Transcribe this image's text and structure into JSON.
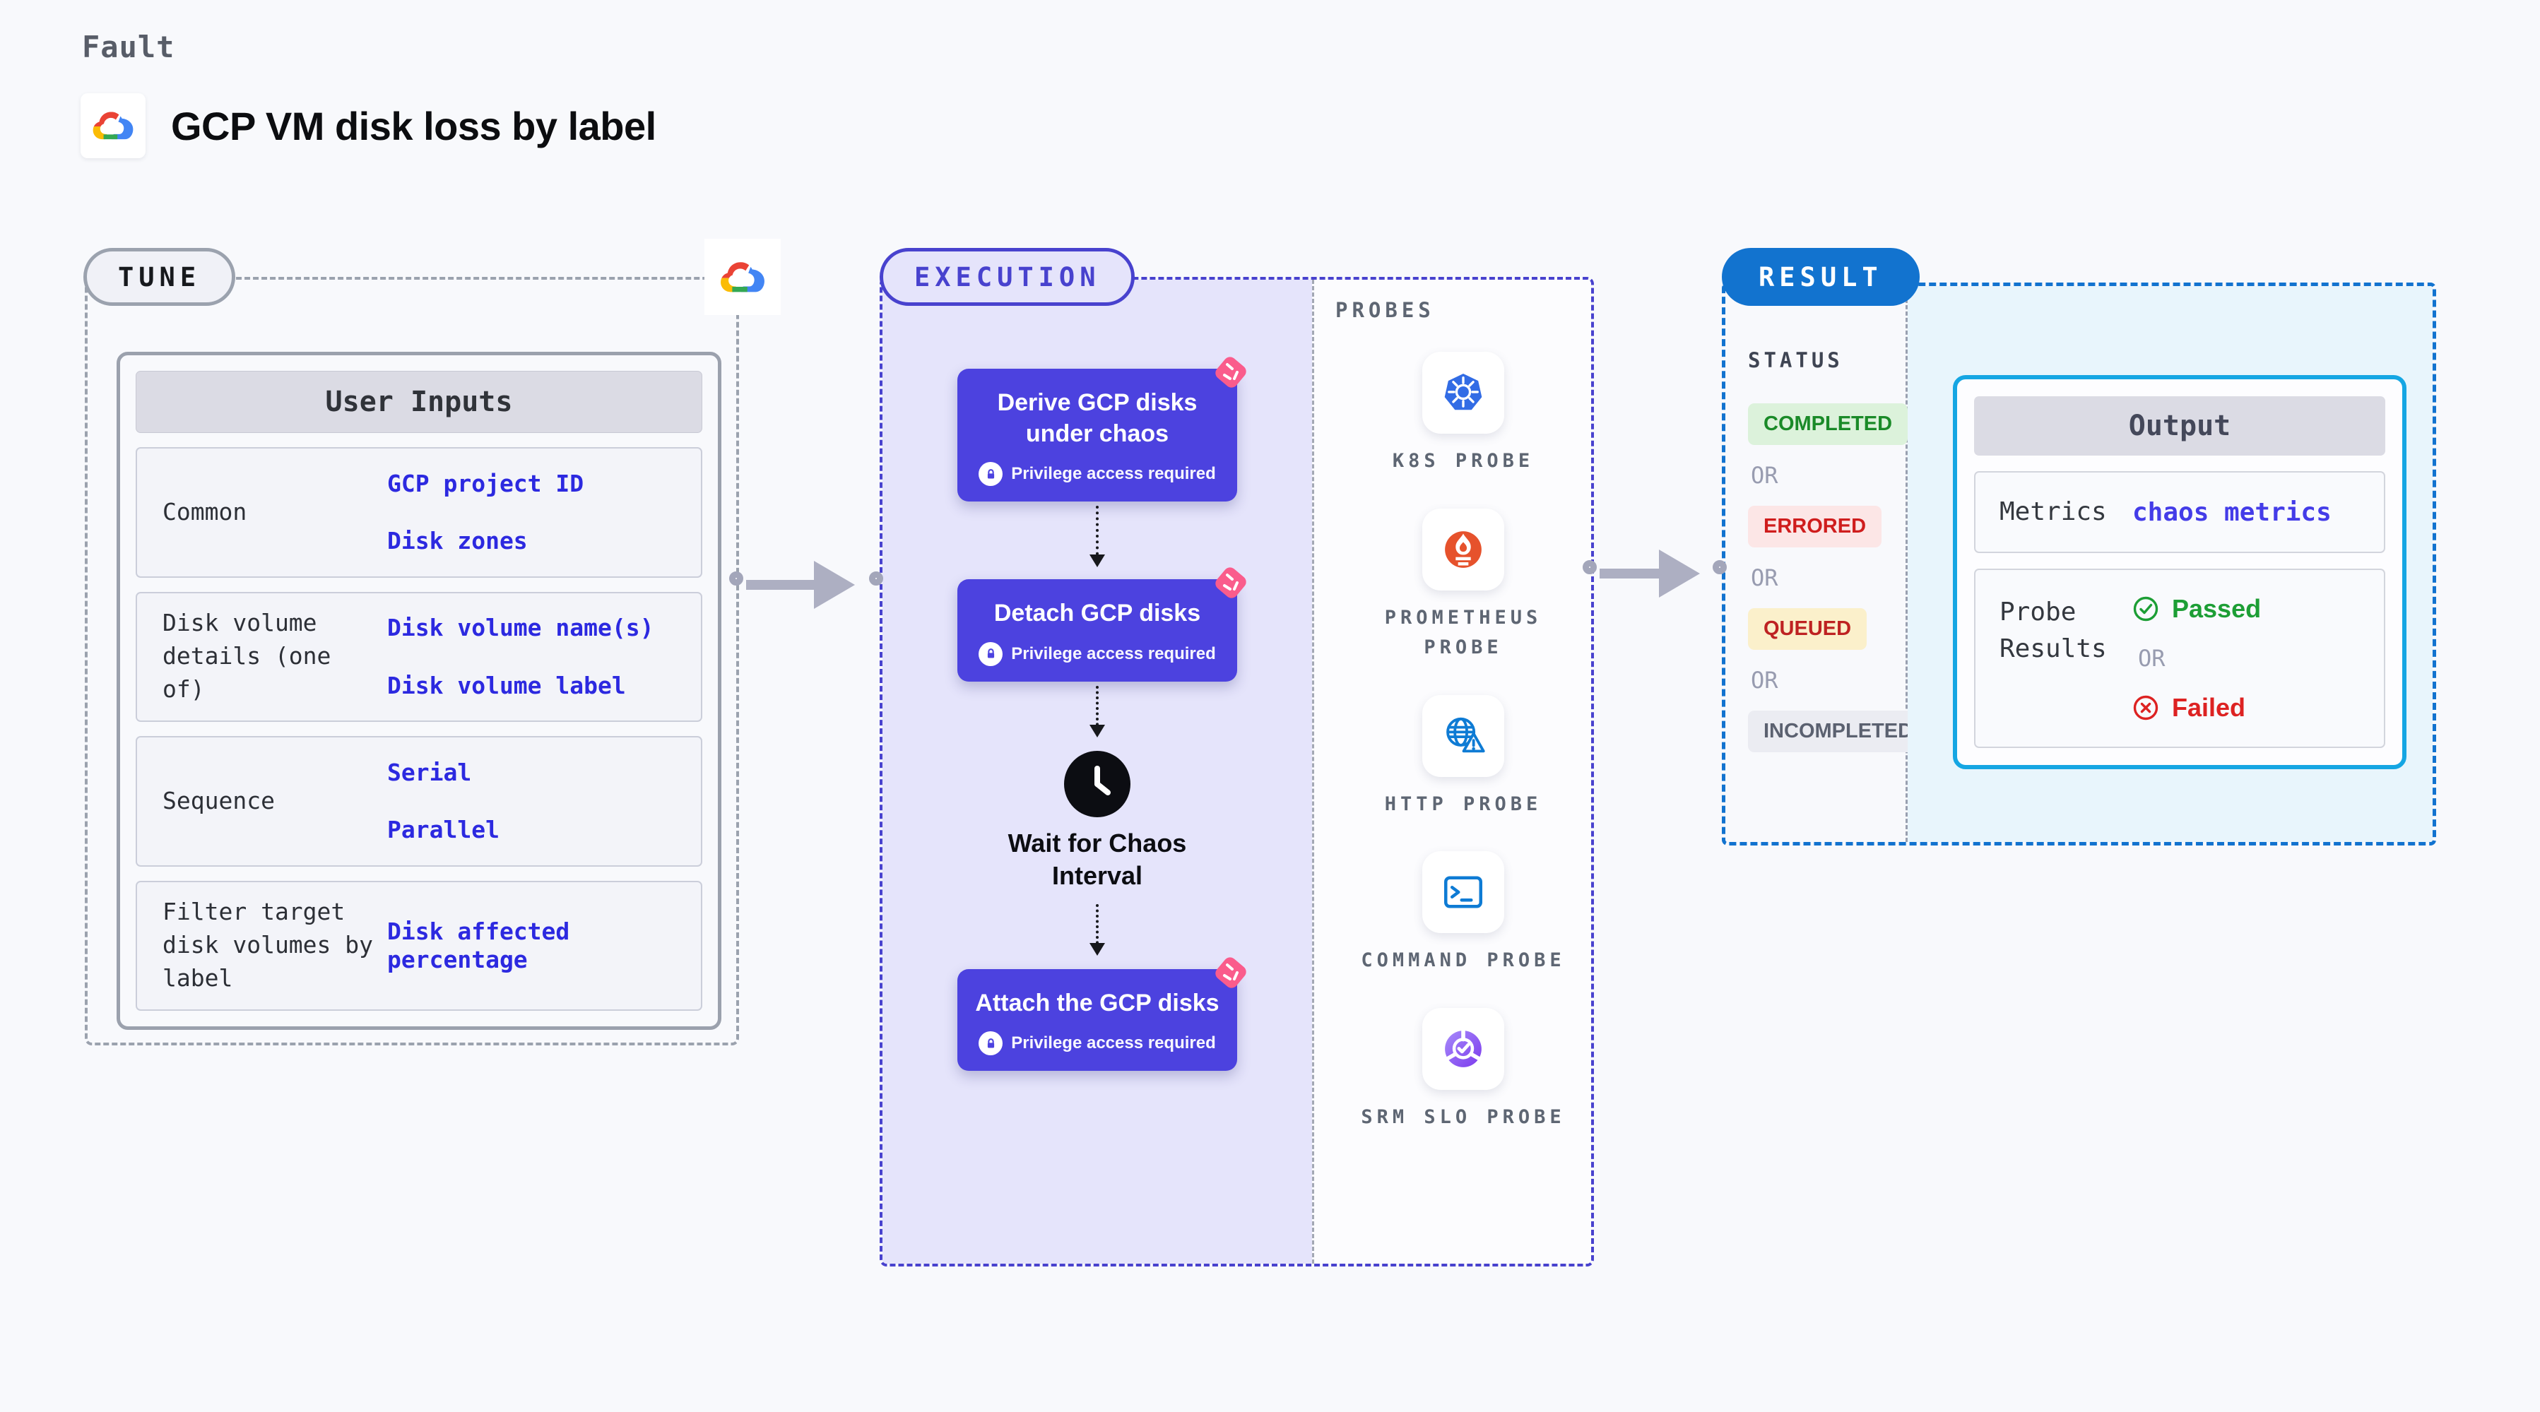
{
  "header": {
    "kicker": "Fault",
    "title": "GCP VM disk loss by label",
    "logo_icon": "gcp-cloud-logo"
  },
  "tune": {
    "badge_label": "TUNE",
    "corner_icon": "gcp-cloud-logo",
    "user_inputs": {
      "header": "User Inputs",
      "rows": [
        {
          "label": "Common",
          "values": [
            "GCP project ID",
            "Disk zones"
          ]
        },
        {
          "label": "Disk volume details (one of)",
          "values": [
            "Disk volume name(s)",
            "Disk volume label"
          ]
        },
        {
          "label": "Sequence",
          "values": [
            "Serial",
            "Parallel"
          ]
        },
        {
          "label": "Filter target disk volumes by label",
          "values": [
            "Disk affected percentage"
          ]
        }
      ]
    }
  },
  "execution": {
    "badge_label": "EXECUTION",
    "steps": [
      {
        "title": "Derive GCP disks under chaos",
        "badge": "Privilege access required",
        "icon": "chaos-badge"
      },
      {
        "title": "Detach GCP disks",
        "badge": "Privilege access required",
        "icon": "chaos-badge"
      },
      {
        "title": "Wait for Chaos Interval",
        "icon": "clock"
      },
      {
        "title": "Attach the GCP disks",
        "badge": "Privilege access required",
        "icon": "chaos-badge"
      }
    ]
  },
  "probes": {
    "heading": "PROBES",
    "items": [
      {
        "label": "K8S PROBE",
        "icon": "kubernetes-icon"
      },
      {
        "label": "PROMETHEUS PROBE",
        "icon": "prometheus-icon"
      },
      {
        "label": "HTTP PROBE",
        "icon": "http-globe-icon"
      },
      {
        "label": "COMMAND PROBE",
        "icon": "terminal-icon"
      },
      {
        "label": "SRM SLO PROBE",
        "icon": "slo-pie-icon"
      }
    ]
  },
  "result": {
    "badge_label": "RESULT",
    "status_heading": "STATUS",
    "or_label": "OR",
    "statuses": [
      {
        "label": "COMPLETED",
        "text_color": "#1A8A28",
        "bg_color": "#DCF2DB"
      },
      {
        "label": "ERRORED",
        "text_color": "#CF1D1D",
        "bg_color": "#FCE6E6"
      },
      {
        "label": "QUEUED",
        "text_color": "#BE2222",
        "bg_color": "#FBF0CB"
      },
      {
        "label": "INCOMPLETED",
        "text_color": "#5B6170",
        "bg_color": "#EBECF2"
      }
    ],
    "output": {
      "header": "Output",
      "metrics_label": "Metrics",
      "metrics_value": "chaos metrics",
      "probe_results_label": "Probe Results",
      "passed_label": "Passed",
      "failed_label": "Failed"
    }
  },
  "colors": {
    "page_bg": "#F8F9FC",
    "tune_border": "#9BA2AE",
    "execution_border": "#4842CE",
    "execution_fill": "#E5E4FB",
    "step_card": "#4C42DF",
    "chaos_badge_pink": "#FA5C8C",
    "result_border": "#1273CF",
    "result_fill": "#E8F5FC",
    "output_border": "#15A6E3",
    "value_blue": "#2C29E0",
    "kubernetes_blue": "#326CE5",
    "prometheus_orange": "#E6522C",
    "http_blue": "#0E7BD4",
    "slo_purple": "#7C3AED",
    "passed_green": "#1D9E35",
    "failed_red": "#DD2222"
  }
}
